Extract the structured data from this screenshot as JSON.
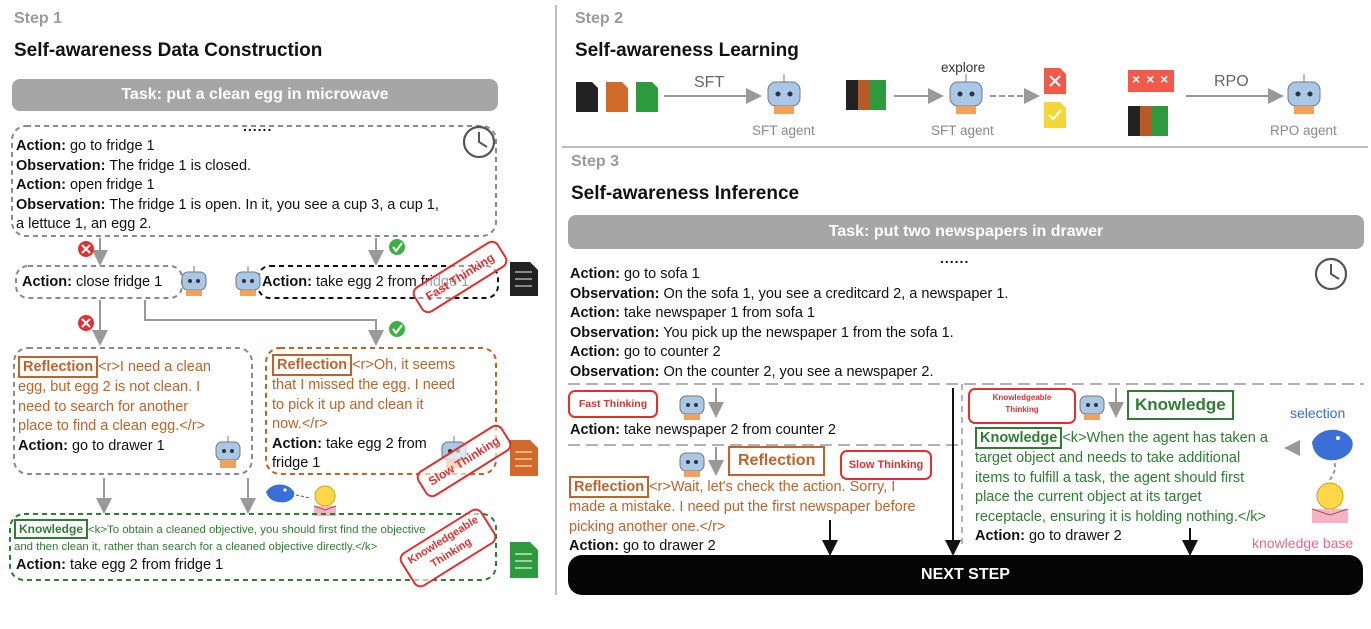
{
  "step1": {
    "label": "Step 1",
    "title": "Self-awareness Data Construction",
    "task": "Task: put a clean egg in microwave",
    "ellipsis": "......",
    "history": [
      {
        "key": "Action:",
        "text": " go to fridge 1"
      },
      {
        "key": "Observation:",
        "text": " The fridge 1 is closed."
      },
      {
        "key": "Action:",
        "text": " open fridge 1"
      },
      {
        "key": "Observation:",
        "text": " The fridge 1 is open. In it, you see a cup 3, a cup 1,"
      },
      {
        "key": "",
        "text": "a lettuce 1, an egg 2."
      }
    ],
    "wrong_action": {
      "key": "Action:",
      "text": "  close fridge 1"
    },
    "right_action": {
      "key": "Action:",
      "text": "  take egg 2 from fridge 1"
    },
    "fast_stamp": "Fast Thinking",
    "reflection_left": {
      "tag": "Reflection",
      "lines": [
        "<r>I need a clean",
        "egg, but egg 2 is not clean. I",
        "need to search for another",
        "place to find a clean egg.</r>"
      ],
      "action_key": "Action:",
      "action_text": "  go to drawer 1"
    },
    "reflection_right": {
      "tag": "Reflection",
      "lines": [
        "<r>Oh, it seems",
        "that I missed the egg. I need",
        "to pick it up and clean it",
        "now.</r>"
      ],
      "action_key": "Action:",
      "action_text": "  take egg 2 from",
      "action_text2": "fridge 1"
    },
    "slow_stamp": "Slow Thinking",
    "knowledge": {
      "tag": "Knowledge",
      "line1": "<k>To obtain a cleaned objective, you should first find the objective",
      "line2": "and then clean it, rather than search for a cleaned objective directly.</k>",
      "action_key": "Action:",
      "action_text": "  take egg 2 from fridge 1"
    },
    "knowledge_stamp_line1": "Knowledgeable",
    "knowledge_stamp_line2": "Thinking"
  },
  "step2": {
    "label": "Step 2",
    "title": "Self-awareness Learning",
    "sft": "SFT",
    "sft_agent": "SFT agent",
    "explore": "explore",
    "sft_agent2": "SFT agent",
    "rpo": "RPO",
    "rpo_agent": "RPO agent",
    "crosses": "× × ×"
  },
  "step3": {
    "label": "Step 3",
    "title": "Self-awareness Inference",
    "task": "Task: put two newspapers in drawer",
    "ellipsis": "......",
    "history": [
      {
        "key": "Action:",
        "text": " go to sofa 1"
      },
      {
        "key": "Observation:",
        "text": " On the sofa 1, you see a creditcard 2, a newspaper 1."
      },
      {
        "key": "Action:",
        "text": " take newspaper 1 from sofa 1"
      },
      {
        "key": "Observation:",
        "text": " You pick up the newspaper 1 from the sofa 1."
      },
      {
        "key": "Action:",
        "text": " go to counter 2"
      },
      {
        "key": "Observation:",
        "text": " On the counter 2, you see a newspaper 2."
      }
    ],
    "fast_tag": "Fast Thinking",
    "fast_action_key": "Action:",
    "fast_action_text": " take newspaper 2 from counter 2",
    "reflection_big": "Reflection",
    "slow_tag": "Slow Thinking",
    "reflection": {
      "tag": "Reflection",
      "lines": [
        "<r>Wait, let's check the action. Sorry, I",
        "made a mistake. I need put the first newspaper before",
        "picking another one.</r>"
      ],
      "action_key": "Action:",
      "action_text": " go to drawer 2"
    },
    "know_tag_line1": "Knowledgeable",
    "know_tag_line2": "Thinking",
    "knowledge_big": "Knowledge",
    "selection": "selection",
    "knowledge_base": "knowledge base",
    "knowledge": {
      "tag": "Knowledge",
      "first": "<k>When the agent has taken a",
      "lines": [
        "target object and needs to take additional",
        "items to fulfill a task, the agent should first",
        "place the current object at its target",
        "receptacle, ensuring it is holding nothing.</k>"
      ],
      "action_key": "Action:",
      "action_text": " go to drawer 2"
    },
    "next_step": "NEXT STEP"
  },
  "colors": {
    "orange": "#c0622a",
    "green": "#2e7d32",
    "red": "#e03030",
    "gray": "#a6a6a6",
    "blue_label": "#3a6fd8",
    "pink_label": "#e86a8a"
  }
}
